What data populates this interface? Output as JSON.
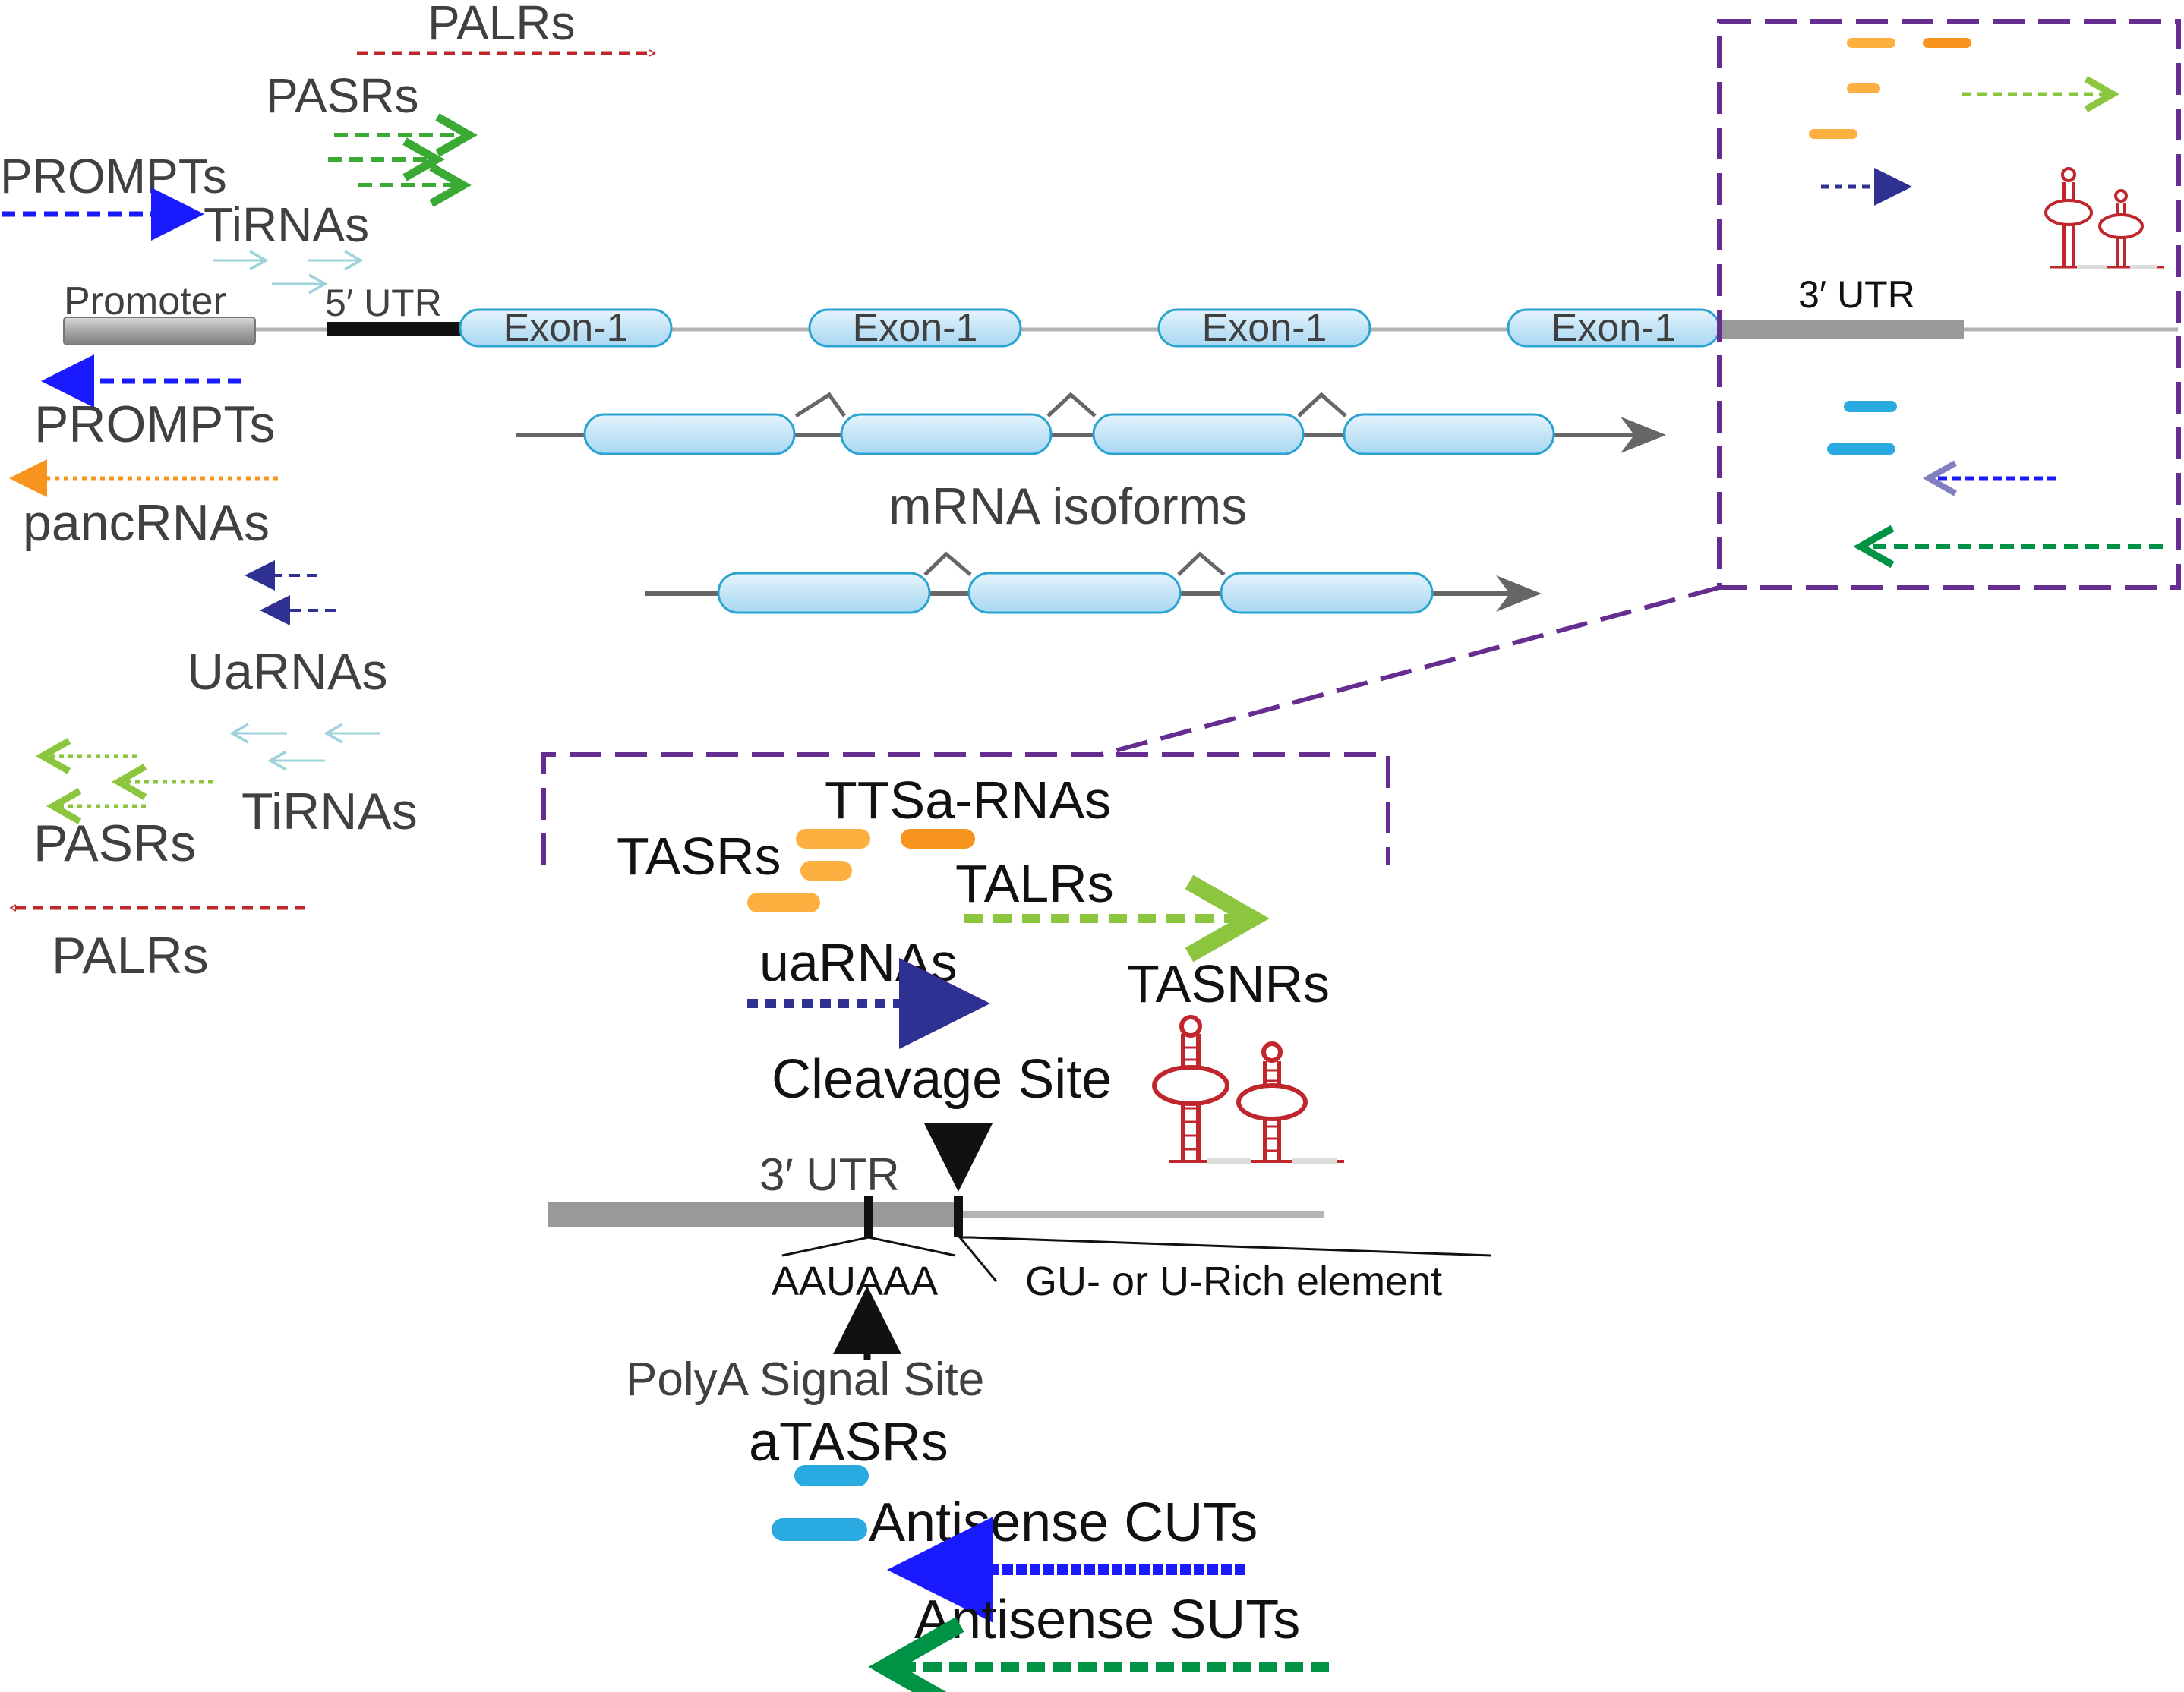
{
  "colors": {
    "dark_red": "#c0272d",
    "green": "#3aaa35",
    "light_green": "#8cc63f",
    "blue": "#1a1aff",
    "navy": "#2e3192",
    "light_blue": "#9fd3dc",
    "orange": "#f7941d",
    "light_orange": "#fbb040",
    "dark_green": "#009245",
    "sky_blue": "#29abe2",
    "purple": "#662d91",
    "exon_fill": "#c8e6f7",
    "exon_stroke": "#2aa3d0",
    "gene_line": "#b3b3b3",
    "utr_gray": "#999999",
    "dark_gray": "#666666"
  },
  "upstream": {
    "palrs_top": "PALRs",
    "pasrs_top": "PASRs",
    "prompts_top": "PROMPTs",
    "tirnas_top": "TiRNAs",
    "prompts_bottom": "PROMPTs",
    "pancrnas": "pancRNAs",
    "uarnas": "UaRNAs",
    "tirnas_bottom": "TiRNAs",
    "pasrs_bottom": "PASRs",
    "palrs_bottom": "PALRs"
  },
  "gene": {
    "promoter": "Promoter",
    "utr5": "5′ UTR",
    "utr3": "3′ UTR",
    "exons": [
      "Exon-1",
      "Exon-1",
      "Exon-1",
      "Exon-1"
    ]
  },
  "isoforms": {
    "label": "mRNA isoforms"
  },
  "detail": {
    "ttsa_rnas": "TTSa-RNAs",
    "tasrs": "TASRs",
    "talrs": "TALRs",
    "uarnas": "uaRNAs",
    "tasnrs": "TASNRs",
    "cleavage_site": "Cleavage Site",
    "utr3": "3′ UTR",
    "aauaaa": "AAUAAA",
    "gu_element": "GU- or U-Rich element",
    "polya_signal": "PolyA Signal Site",
    "atasrs": "aTASRs",
    "antisense_cuts": "Antisense CUTs",
    "antisense_suts": "Antisense SUTs"
  }
}
